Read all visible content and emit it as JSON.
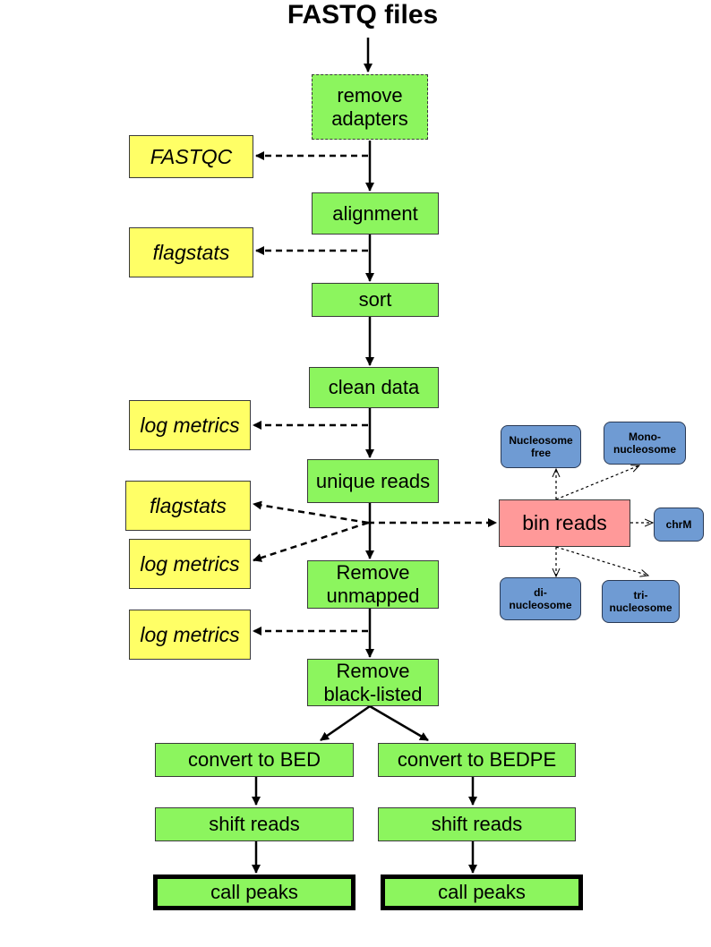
{
  "title": "FASTQ files",
  "pipeline": {
    "remove_adapters": "remove\nadapters",
    "alignment": "alignment",
    "sort": "sort",
    "clean_data": "clean data",
    "unique_reads": "unique reads",
    "remove_unmapped": "Remove\nunmapped",
    "remove_blacklisted": "Remove\nblack-listed",
    "convert_bed": "convert to BED",
    "convert_bedpe": "convert to BEDPE",
    "shift_reads_left": "shift reads",
    "shift_reads_right": "shift reads",
    "call_peaks_left": "call peaks",
    "call_peaks_right": "call peaks"
  },
  "qc": {
    "fastqc": "FASTQC",
    "flagstats_1": "flagstats",
    "log_metrics_1": "log metrics",
    "flagstats_2": "flagstats",
    "log_metrics_2": "log metrics",
    "log_metrics_3": "log metrics"
  },
  "binning": {
    "bin_reads": "bin reads",
    "nucleosome_free": "Nucleosome\nfree",
    "mono_nucleosome": "Mono-\nnucleosome",
    "chrm": "chrM",
    "di_nucleosome": "di-\nnucleosome",
    "tri_nucleosome": "tri-\nnucleosome"
  },
  "colors": {
    "process": "#8cf55e",
    "qc": "#ffff66",
    "bin": "#ff9999",
    "category": "#6f9bd3"
  }
}
